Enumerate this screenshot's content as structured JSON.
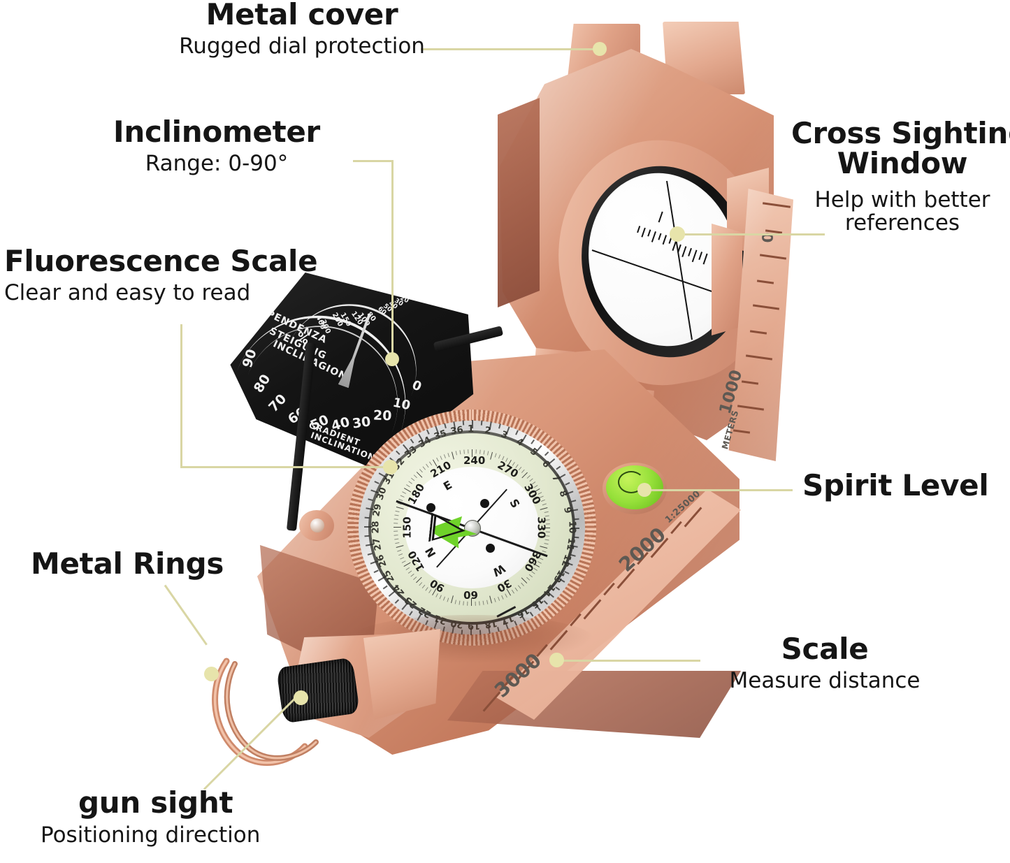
{
  "page": {
    "background": "#ffffff",
    "leader_color": "#d9d6a4",
    "text_color": "#151515",
    "copper_color": "#d99679",
    "spirit_green": "#96e03a",
    "luminous_green": "#e2e8cf"
  },
  "callouts": [
    {
      "id": "metal-cover",
      "title": "Metal cover",
      "subtitle": "Rugged dial protection"
    },
    {
      "id": "inclinometer",
      "title": "Inclinometer",
      "subtitle": "Range: 0-90°"
    },
    {
      "id": "fluorescence-scale",
      "title": "Fluorescence Scale",
      "subtitle": "Clear and easy to read"
    },
    {
      "id": "metal-rings",
      "title": "Metal Rings",
      "subtitle": ""
    },
    {
      "id": "gun-sight",
      "title": "gun sight",
      "subtitle": "Positioning direction"
    },
    {
      "id": "cross-sighting-window",
      "title_line1": "Cross Sighting",
      "title_line2": "Window",
      "subtitle_line1": "Help with better",
      "subtitle_line2": "references"
    },
    {
      "id": "spirit-level",
      "title": "Spirit Level",
      "subtitle": ""
    },
    {
      "id": "scale",
      "title": "Scale",
      "subtitle": "Measure distance"
    }
  ],
  "product": {
    "inclinometer_plate": {
      "brand_lines": [
        "PENDENZA",
        "STEIGUNG",
        "INCLINAGION"
      ],
      "footer_lines": [
        "GRADIENT",
        "INCLINATION"
      ],
      "percent_symbol": "%",
      "percent_scale": [
        "400",
        "300",
        "200",
        "150",
        "120",
        "100",
        "80",
        "60",
        "50",
        "40",
        "30",
        "20",
        "10",
        "5",
        "0"
      ],
      "degree_scale": [
        "90",
        "80",
        "70",
        "60",
        "50",
        "40",
        "30",
        "20",
        "10",
        "0"
      ]
    },
    "compass_dial": {
      "inner_numbers": [
        "30",
        "60",
        "90",
        "120",
        "150",
        "180",
        "210",
        "240",
        "270",
        "300",
        "330",
        "360"
      ],
      "cardinals": [
        "N",
        "E",
        "S",
        "W"
      ],
      "outer_numbers": [
        "1",
        "2",
        "3",
        "4",
        "5",
        "6",
        "7",
        "8",
        "9",
        "10",
        "11",
        "12",
        "13",
        "14",
        "15",
        "16",
        "17",
        "18",
        "19",
        "20",
        "21",
        "22",
        "23",
        "24",
        "25",
        "26",
        "27",
        "28",
        "29",
        "30",
        "31",
        "32",
        "33",
        "34",
        "35",
        "36"
      ]
    },
    "side_ruler": {
      "labels": [
        "0",
        "1000"
      ],
      "unit": "METERS"
    },
    "bottom_ruler": {
      "labels": [
        "2000",
        "3000"
      ],
      "ratio": "1:25000"
    }
  }
}
